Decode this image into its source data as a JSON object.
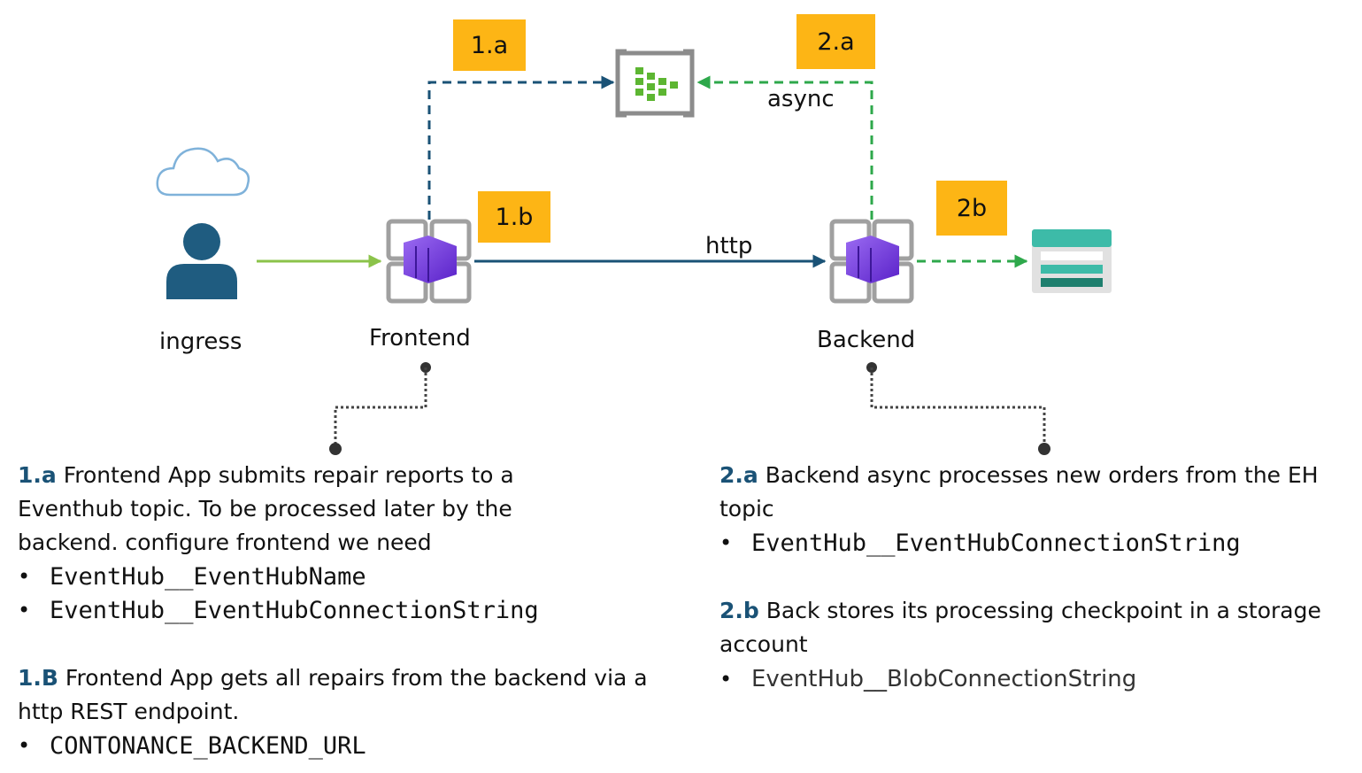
{
  "colors": {
    "badge": "#FDB515",
    "dark_blue": "#1A5276",
    "green": "#2EA84B",
    "ingress_green": "#8BC34A",
    "container_purple": "#7B3FE4",
    "storage_teal": "#3DBBA8"
  },
  "icons": {
    "cloud": "cloud-icon",
    "user": "user-icon",
    "frontend": "container-app-icon",
    "backend": "container-app-icon",
    "eventhub": "event-hub-icon",
    "storage": "storage-account-icon"
  },
  "badges": {
    "b1a": "1.a",
    "b1b": "1.b",
    "b2a": "2.a",
    "b2b": "2b"
  },
  "labels": {
    "ingress": "ingress",
    "frontend": "Frontend",
    "backend": "Backend",
    "http": "http",
    "async": "async"
  },
  "notes": {
    "n1a": {
      "key": "1.a",
      "text": " Frontend App submits repair reports to a Eventhub topic. To be processed later by the backend. configure frontend we need",
      "bullets": [
        "EventHub__EventHubName",
        "EventHub__EventHubConnectionString"
      ]
    },
    "n1b": {
      "key": "1.B",
      "text": " Frontend App gets all repairs from the backend via a http REST endpoint.",
      "bullets": [
        "CONTONANCE_BACKEND_URL"
      ]
    },
    "n2a": {
      "key": "2.a",
      "text": " Backend async processes new orders from the EH topic",
      "bullets": [
        "EventHub__EventHubConnectionString"
      ]
    },
    "n2b": {
      "key": "2.b",
      "text": " Back stores its processing checkpoint in a storage account",
      "bullets": [
        "EventHub__BlobConnectionString"
      ]
    }
  },
  "bullet_char": "•"
}
